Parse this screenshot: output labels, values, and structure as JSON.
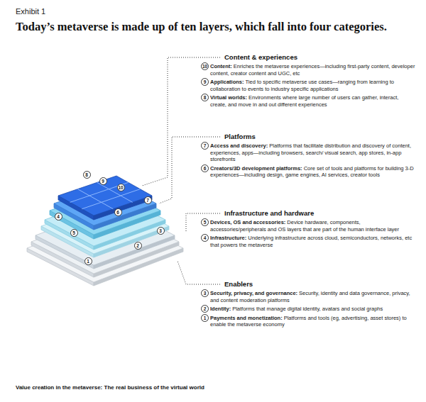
{
  "diagram": {
    "title": "Today’s metaverse is made up of ten layers, which fall into four categories.",
    "caption": "Value creation in the metaverse: The real business of the virtual world",
    "nodes": [
      {
        "text": [
          "8"
        ]
      },
      {
        "text": [
          "9"
        ]
      },
      {
        "text": [
          "10"
        ]
      },
      {
        "text": [
          "7"
        ]
      },
      {
        "text": [
          "4"
        ]
      },
      {
        "text": [
          "6"
        ]
      },
      {
        "text": [
          "5"
        ]
      },
      {
        "text": [
          "3"
        ]
      },
      {
        "text": [
          "2"
        ]
      },
      {
        "text": [
          "1"
        ]
      },
      {
        "text": [
          "10"
        ]
      },
      {
        "text": [
          "9"
        ]
      },
      {
        "text": [
          "8"
        ]
      },
      {
        "text": [
          "7"
        ]
      },
      {
        "text": [
          "6"
        ]
      },
      {
        "text": [
          "5"
        ]
      },
      {
        "text": [
          "4"
        ]
      },
      {
        "text": [
          "3"
        ]
      },
      {
        "text": [
          "2"
        ]
      },
      {
        "text": [
          "1"
        ]
      }
    ],
    "labels": [
      "Exhibit 1",
      "Content & experiences",
      "Content:",
      "Enriches the metaverse experiences—including first-party content, developer content, creator content and UGC, etc",
      "Applications:",
      "Tied to specific metaverse use cases—ranging from learning to collaboration to events to industry specific applications",
      "Virtual worlds:",
      "Environments where large number of users can gather, interact, create, and move in and out different experiences",
      "Platforms",
      "Access and discovery:",
      "Platforms that facilitate distribution and discovery of content, experiences, apps—including browsers, search/ visual search, app stores, in-app storefronts",
      "Creators/3D development platforms:",
      "Core set of tools and platforms for building 3-D experiences—including design, game engines, AI services, creator tools",
      "Infrastructure and hardware",
      "Devices, OS and accessories:",
      "Device hardware, components, accessories/peripherals and OS layers that are part of the human interface layer",
      "Infrastructure:",
      "Underlying infrastructure across cloud, semiconductors, networks, etc that powers the metaverse",
      "Enablers",
      "Security, privacy, and governance:",
      "Security, identity and data governance, privacy, and content moderation platforms",
      "Identity:",
      "Platforms that manage digital identity, avatars and social graphs",
      "Payments and monetization:",
      "Platforms and tools (eg, advertising, asset stores) to enable the metaverse economy"
    ]
  }
}
